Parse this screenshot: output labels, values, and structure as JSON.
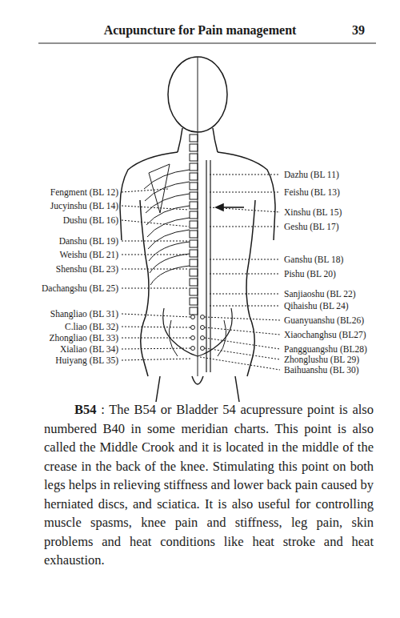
{
  "diagram": {
    "labels": [
      "Acupuncture for Pain management",
      "39",
      "Fengment (BL 12)",
      "Jucyinshu (BL 14)",
      "Dushu (BL 16)",
      "Danshu (BL 19)",
      "Weishu (BL 21)",
      "Shenshu (BL 23)",
      "Dachangshu (BL 25)",
      "Shangliao (BL 31)",
      "C.liao (BL 32)",
      "Zhongliao (BL 33)",
      "Xialiao (BL 34)",
      "Huiyang (BL 35)",
      "Dazhu (BL 11)",
      "Feishu (BL 13)",
      "Xinshu (BL 15)",
      "Geshu (BL 17)",
      "Ganshu (BL 18)",
      "Pishu (BL 20)",
      "Sanjiaoshu (BL 22)",
      "Qihaishu (BL 24)",
      "Guanyuanshu (BL26)",
      "Xiaochanghsu (BL27)",
      "Pangguangshu (BL28)",
      "Zhonglushu (BL 29)",
      "Baihuanshu (BL 30)",
      "B54",
      " : The B54 or Bladder 54 acupressure point is also numbered B40 in some meridian charts. This point is also called the Middle Crook and it is located in the middle of the crease in the back of the knee. Stimulating this point on both legs helps in relieving stiffness and lower back pain caused by herniated discs, and sciatica. It is also useful for controlling muscle spasms, knee pain and stiffness, leg pain, skin problems and heat conditions like heat stroke and heat exhaustion."
    ]
  }
}
